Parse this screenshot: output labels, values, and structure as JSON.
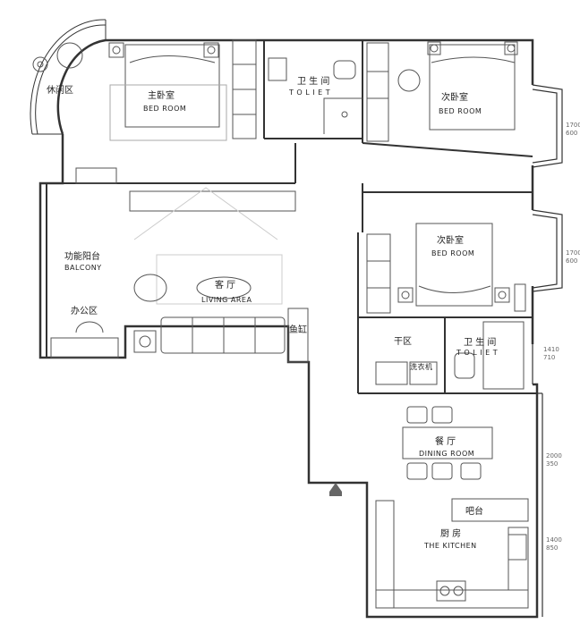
{
  "rooms": {
    "lounge": {
      "cn": "休闲区"
    },
    "master_bedroom": {
      "cn": "主卧室",
      "en": "BED  ROOM"
    },
    "bath_top": {
      "cn": "卫 生 间",
      "en": "T O L I E T"
    },
    "second_bedroom_top": {
      "cn": "次卧室",
      "en": "BED  ROOM"
    },
    "balcony": {
      "cn": "功能阳台",
      "en": "BALCONY"
    },
    "office": {
      "cn": "办公区"
    },
    "living": {
      "cn": "客 厅",
      "en": "LIVING    AREA"
    },
    "fish_tank": {
      "cn": "鱼缸"
    },
    "second_bedroom_bottom": {
      "cn": "次卧室",
      "en": "BED    ROOM"
    },
    "dry_area": {
      "cn": "干区"
    },
    "washer": {
      "cn": "洗衣机"
    },
    "bath_bottom": {
      "cn": "卫 生 间",
      "en": "T O L I E T"
    },
    "dining": {
      "cn": "餐 厅",
      "en": "DINING ROOM"
    },
    "bar": {
      "cn": "吧台"
    },
    "kitchen": {
      "cn": "厨 房",
      "en": "THE KITCHEN"
    }
  },
  "dimensions": [
    {
      "top": "1700",
      "bottom": "600"
    },
    {
      "top": "1700",
      "bottom": "600"
    },
    {
      "top": "1410",
      "bottom": "710"
    },
    {
      "top": "2000",
      "bottom": "350"
    },
    {
      "top": "1400",
      "bottom": "850"
    }
  ],
  "colors": {
    "wall": "#333333",
    "furniture": "#555555",
    "accent": "#666666"
  }
}
